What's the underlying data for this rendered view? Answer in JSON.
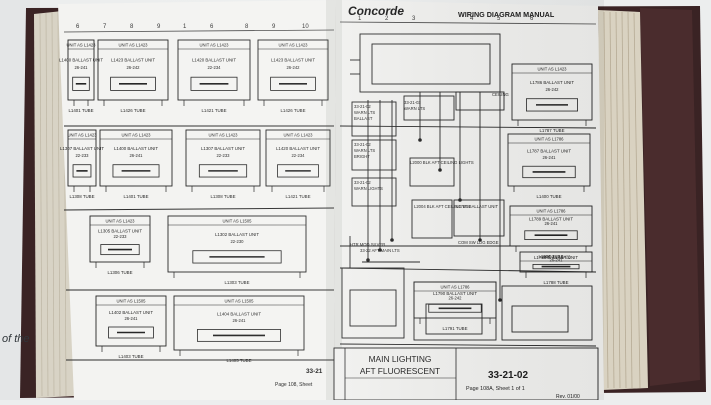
{
  "wall_caption": "of the",
  "right_page": {
    "brand": "Concorde",
    "header": "WIRING DIAGRAM MANUAL",
    "title_line1": "MAIN LIGHTING",
    "title_line2": "AFT FLUORESCENT",
    "code": "33-21-02",
    "sheet_line": "Page 108A, Sheet 1 of 1",
    "rev_line": "Rev. 01/00"
  },
  "left_page": {
    "code": "33-21",
    "sheet_line": "Page 108, Sheet"
  },
  "left_units": [
    {
      "tag": "UNIT AS L1423",
      "ballast": "L1423 BALLAST UNIT",
      "ref": "26-242",
      "tube": "L1426 TUBE"
    },
    {
      "tag": "UNIT AS L1423",
      "ballast": "L1420 BALLAST UNIT",
      "ref": "22-234",
      "tube": "L1421 TUBE"
    },
    {
      "tag": "UNIT AS L1423",
      "ballast": "L1400 BALLAST UNIT",
      "ref": "26-241",
      "tube": "L1401 TUBE"
    },
    {
      "tag": "UNIT AS L1423",
      "ballast": "L1307 BALLAST UNIT",
      "ref": "22-233",
      "tube": "L1308 TUBE"
    },
    {
      "tag": "UNIT AS L1423",
      "ballast": "L1305 BALLAST UNIT",
      "ref": "22-233",
      "tube": "L1306 TUBE"
    },
    {
      "tag": "UNIT AS L1505",
      "ballast": "L1302 BALLAST UNIT",
      "ref": "22-230",
      "tube": "L1303 TUBE"
    },
    {
      "tag": "UNIT AS L1505",
      "ballast": "L1402 BALLAST UNIT",
      "ref": "26-241",
      "tube": "L1403 TUBE"
    },
    {
      "tag": "UNIT AS L1505",
      "ballast": "L1404 BALLAST UNIT",
      "ref": "26-241",
      "tube": "L1405 TUBE"
    }
  ],
  "right_units": [
    {
      "tag": "UNIT AS L1423",
      "ballast": "L1786 BALLAST UNIT",
      "ref": "26-242",
      "tube": "L1787 TUBE"
    },
    {
      "tag": "UNIT AS L1786",
      "ballast": "L1787 BALLAST UNIT",
      "ref": "26-241",
      "tube": "L1400 TUBE"
    },
    {
      "tag": "UNIT AS L1786",
      "ballast": "L1789 BALLAST UNIT",
      "ref": "26-241",
      "tube": "L1506 TUBE"
    },
    {
      "tag": "UNIT AS L1423",
      "ballast": "L1788 BALLAST UNIT",
      "ref": "26-241",
      "tube": "L1788 TUBE"
    },
    {
      "tag": "UNIT AS L1786",
      "ballast": "L1790 BALLAST UNIT",
      "ref": "26-242",
      "tube": "L1791 TUBE"
    }
  ],
  "center_labels": [
    "33-21-02",
    "WARN LTS",
    "BALLAST",
    "33-21-02",
    "WARN LTS",
    "BRIGHT",
    "33-21-02",
    "WARN LIGHTS",
    "33-21-03",
    "WARN LTS",
    "L2000 BLK AFT CEILING LIGHTS",
    "CEILING",
    "L2004 BLK AFT CEILING LTS",
    "L1786 BALLAST UNIT",
    "33-22 AFT MAIN LTS",
    "COM SW LDG EDGE",
    "HTR MOD SILVER"
  ]
}
